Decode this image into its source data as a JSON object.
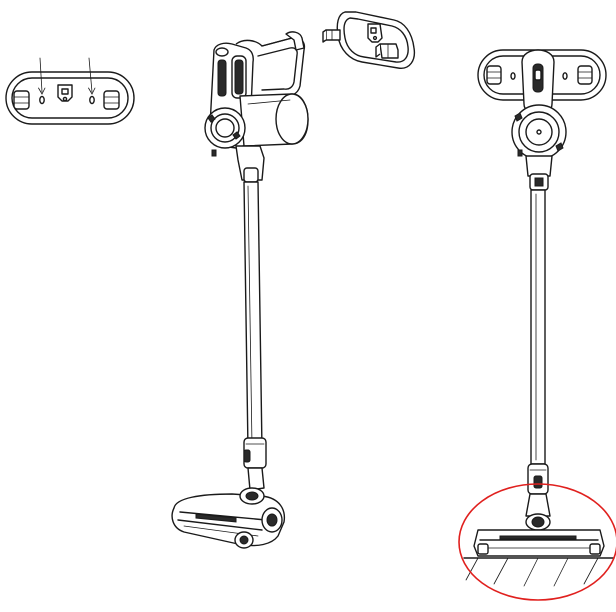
{
  "figure": {
    "panels": [
      "wall-bracket-mounting-holes",
      "vacuum-perspective-view",
      "vacuum-mounted-front-view"
    ],
    "colors": {
      "line": "#1a1a1a",
      "highlight_circle": "#e0201e",
      "background": "#ffffff"
    },
    "icons": [
      "arrow-icon",
      "screw-hole-icon",
      "wall-bracket-icon",
      "stick-vacuum-icon",
      "floor-hatch-icon"
    ]
  }
}
